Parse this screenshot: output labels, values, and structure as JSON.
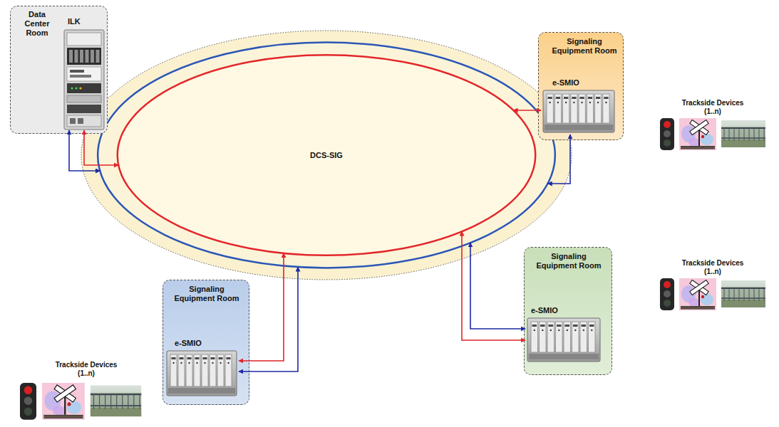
{
  "diagram": {
    "nodes": [
      {
        "text": [
          "Data Center Room"
        ]
      },
      {
        "text": [
          "ILK"
        ],
        "in": 0
      },
      {
        "text": [
          "Signaling Equipment Room"
        ]
      },
      {
        "text": [
          "e-SMIO"
        ],
        "in": 2
      },
      {
        "text": [
          "DCS-SIG"
        ]
      },
      {
        "text": [
          "Signaling Equipment Room"
        ]
      },
      {
        "text": [
          "e-SMIO"
        ],
        "in": 5
      },
      {
        "text": [
          "Signaling Equipment Room"
        ]
      },
      {
        "text": [
          "e-SMIO"
        ],
        "in": 7
      }
    ],
    "edges": [
      {
        "from": 1,
        "to": 4,
        "arrow": "both"
      },
      {
        "from": 1,
        "to": 4,
        "arrow": "both"
      },
      {
        "from": 3,
        "to": 4,
        "arrow": "both"
      },
      {
        "from": 3,
        "to": 4,
        "arrow": "both"
      },
      {
        "from": 6,
        "to": 4,
        "arrow": "both"
      },
      {
        "from": 6,
        "to": 4,
        "arrow": "both"
      },
      {
        "from": 8,
        "to": 4,
        "arrow": "both"
      },
      {
        "from": 8,
        "to": 4,
        "arrow": "both"
      }
    ],
    "labels": [
      "Trackside Devices (1..n)",
      "Trackside Devices (1..n)",
      "Trackside Devices (1..n)"
    ]
  }
}
